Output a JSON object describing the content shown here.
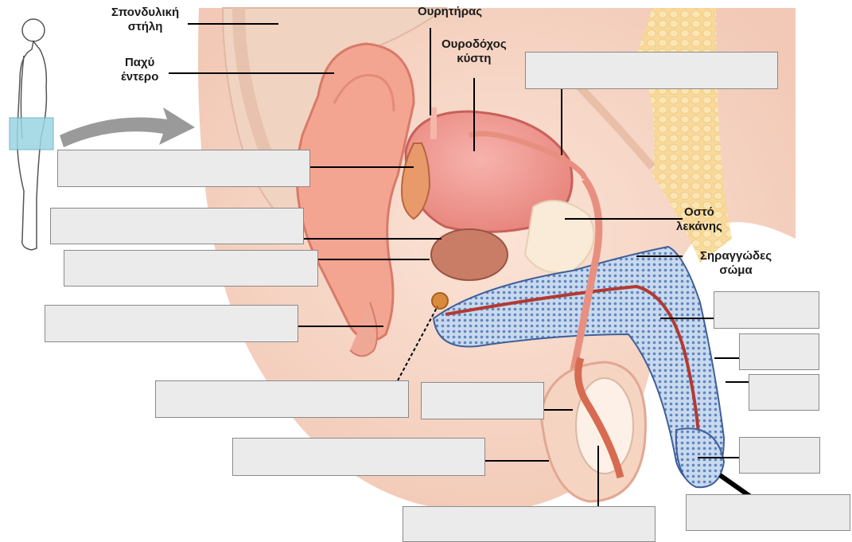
{
  "labels": {
    "spine": [
      "Σπονδυλική",
      "στήλη"
    ],
    "colon": [
      "Παχύ",
      "έντερο"
    ],
    "ureter": [
      "Ουρητήρας"
    ],
    "bladder": [
      "Ουροδόχος",
      "κύστη"
    ],
    "pubic_bone": [
      "Οστό",
      "λεκάνης"
    ],
    "corpus": [
      "Σηραγγώδες",
      "σώμα"
    ]
  },
  "blank_box_count": 14,
  "colors": {
    "answer_box": "#ebebeb",
    "arrow": "#9a9a9a",
    "highlight": "#9bd5e3"
  }
}
